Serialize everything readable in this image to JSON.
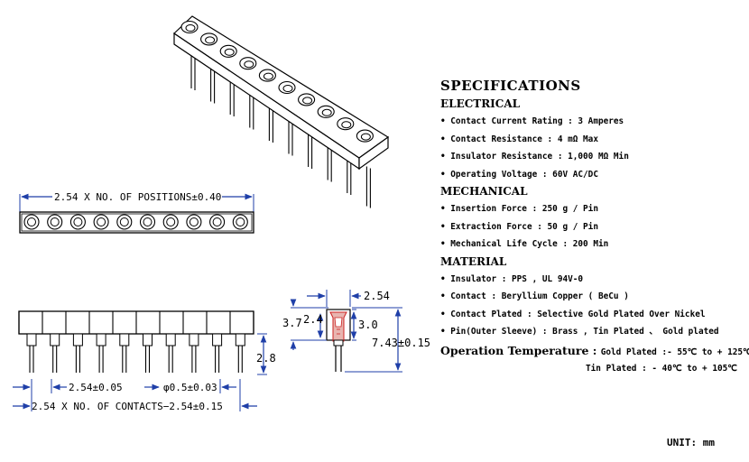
{
  "specifications": {
    "title": "SPECIFICATIONS",
    "electrical": {
      "heading": "ELECTRICAL",
      "items": [
        "• Contact Current Rating : 3 Amperes",
        "• Contact Resistance : 4 mΩ Max",
        "• Insulator Resistance : 1,000 MΩ Min",
        "• Operating Voltage : 60V AC/DC"
      ]
    },
    "mechanical": {
      "heading": "MECHANICAL",
      "items": [
        "• Insertion Force : 250 g / Pin",
        "• Extraction Force : 50 g / Pin",
        "• Mechanical Life Cycle : 200 Min"
      ]
    },
    "material": {
      "heading": "MATERIAL",
      "items": [
        "• Insulator : PPS , UL 94V-0",
        "• Contact : Beryllium Copper ( BeCu )",
        "• Contact Plated : Selective Gold Plated Over Nickel",
        "• Pin(Outer Sleeve) : Brass , Tin Plated 、 Gold plated"
      ]
    },
    "operation_temperature": {
      "label": "Operation Temperature :",
      "gold": "Gold Plated :- 55℃ to + 125℃",
      "tin": "Tin Plated : - 40℃ to + 105℃"
    }
  },
  "dimensions": {
    "top_length": "2.54 X NO. OF POSITIONS±0.40",
    "pitch": "2.54±0.05",
    "pin_diameter": "φ0.5±0.03",
    "bottom_length": "2.54 X NO. OF CONTACTS−2.54±0.15",
    "pin_length": "2.8",
    "section_width": "2.54",
    "dim_3_7": "3.7",
    "dim_2_4": "2.4",
    "dim_3_0": "3.0",
    "total_height": "7.43±0.15"
  },
  "unit": "UNIT: mm",
  "colors": {
    "line": "#000000",
    "dimension": "#1f3fa8",
    "section": "#cc2222"
  }
}
